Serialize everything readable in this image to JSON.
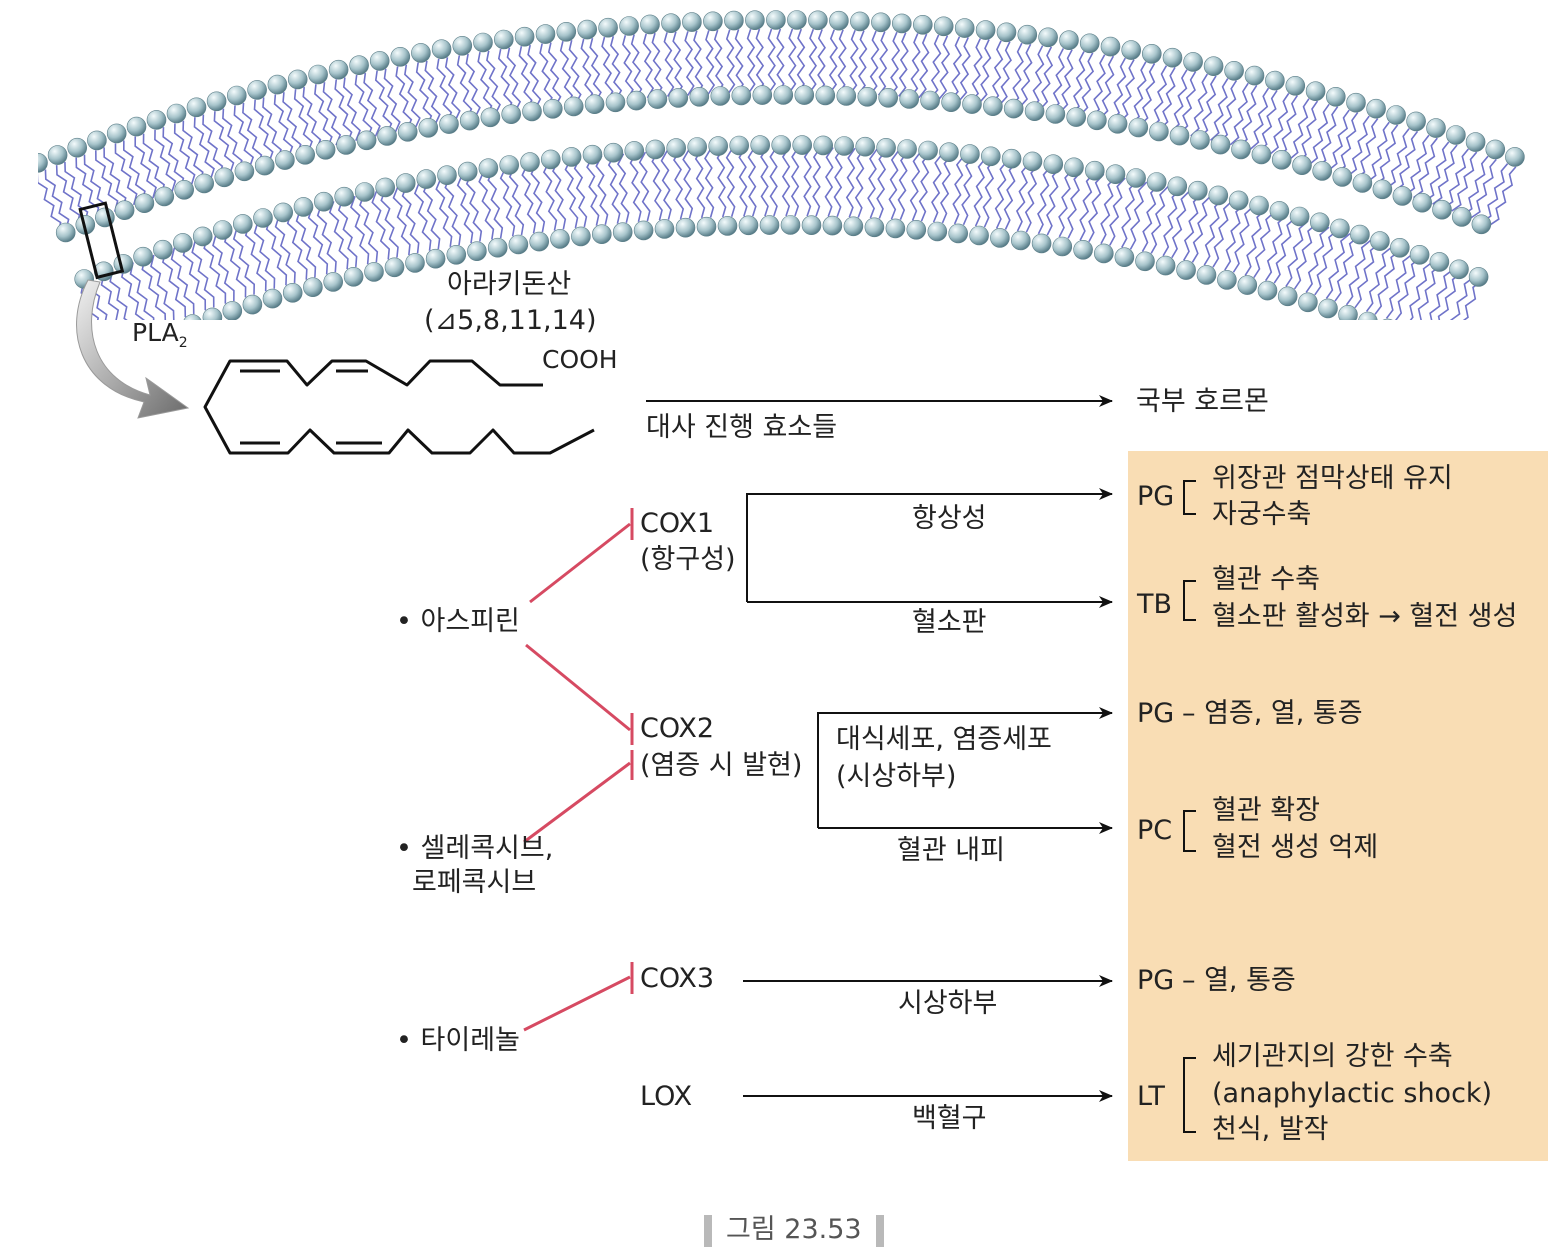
{
  "precursor": {
    "name": "아라키돈산",
    "notation": "(⊿5,8,11,14)",
    "group": "COOH",
    "enzyme": "PLA",
    "enzyme_subscript": "2"
  },
  "metabolism": {
    "label": "대사 진행 효소들",
    "product": "국부 호르몬"
  },
  "enzymes": {
    "cox1": {
      "name": "COX1",
      "note": "(항구성)"
    },
    "cox2": {
      "name": "COX2",
      "note": "(염증 시 발현)"
    },
    "cox3": {
      "name": "COX3"
    },
    "lox": {
      "name": "LOX"
    }
  },
  "drugs": {
    "aspirin": "• 아스피린",
    "coxib_line1": "• 셀레콕시브,",
    "coxib_line2": "로페콕시브",
    "tylenol": "• 타이레놀"
  },
  "pathways": {
    "constitutive": "항상성",
    "platelet": "혈소판",
    "macrophage": "대식세포, 염증세포",
    "hypothalamus_paren": "(시상하부)",
    "endothelium": "혈관 내피",
    "hypothalamus": "시상하부",
    "leukocyte": "백혈구"
  },
  "products": {
    "pg1": {
      "label": "PG",
      "effects": [
        "위장관 점막상태 유지",
        "자궁수축"
      ]
    },
    "tb": {
      "label": "TB",
      "effects": [
        "혈관 수축",
        "혈소판 활성화 → 혈전 생성"
      ]
    },
    "pg2": {
      "label": "PG",
      "text": "– 염증, 열, 통증"
    },
    "pc": {
      "label": "PC",
      "effects": [
        "혈관 확장",
        "혈전 생성 억제"
      ]
    },
    "pg3": {
      "label": "PG",
      "text": "– 열, 통증"
    },
    "lt": {
      "label": "LT",
      "effects": [
        "세기관지의 강한 수축",
        "(anaphylactic shock)",
        "천식, 발작"
      ]
    }
  },
  "caption": "그림 23.53",
  "colors": {
    "inhibition": "#d64a62",
    "panel": "#f9ddb4",
    "lipid_head": "#9fbcc4",
    "lipid_tail": "#6f73c9"
  }
}
